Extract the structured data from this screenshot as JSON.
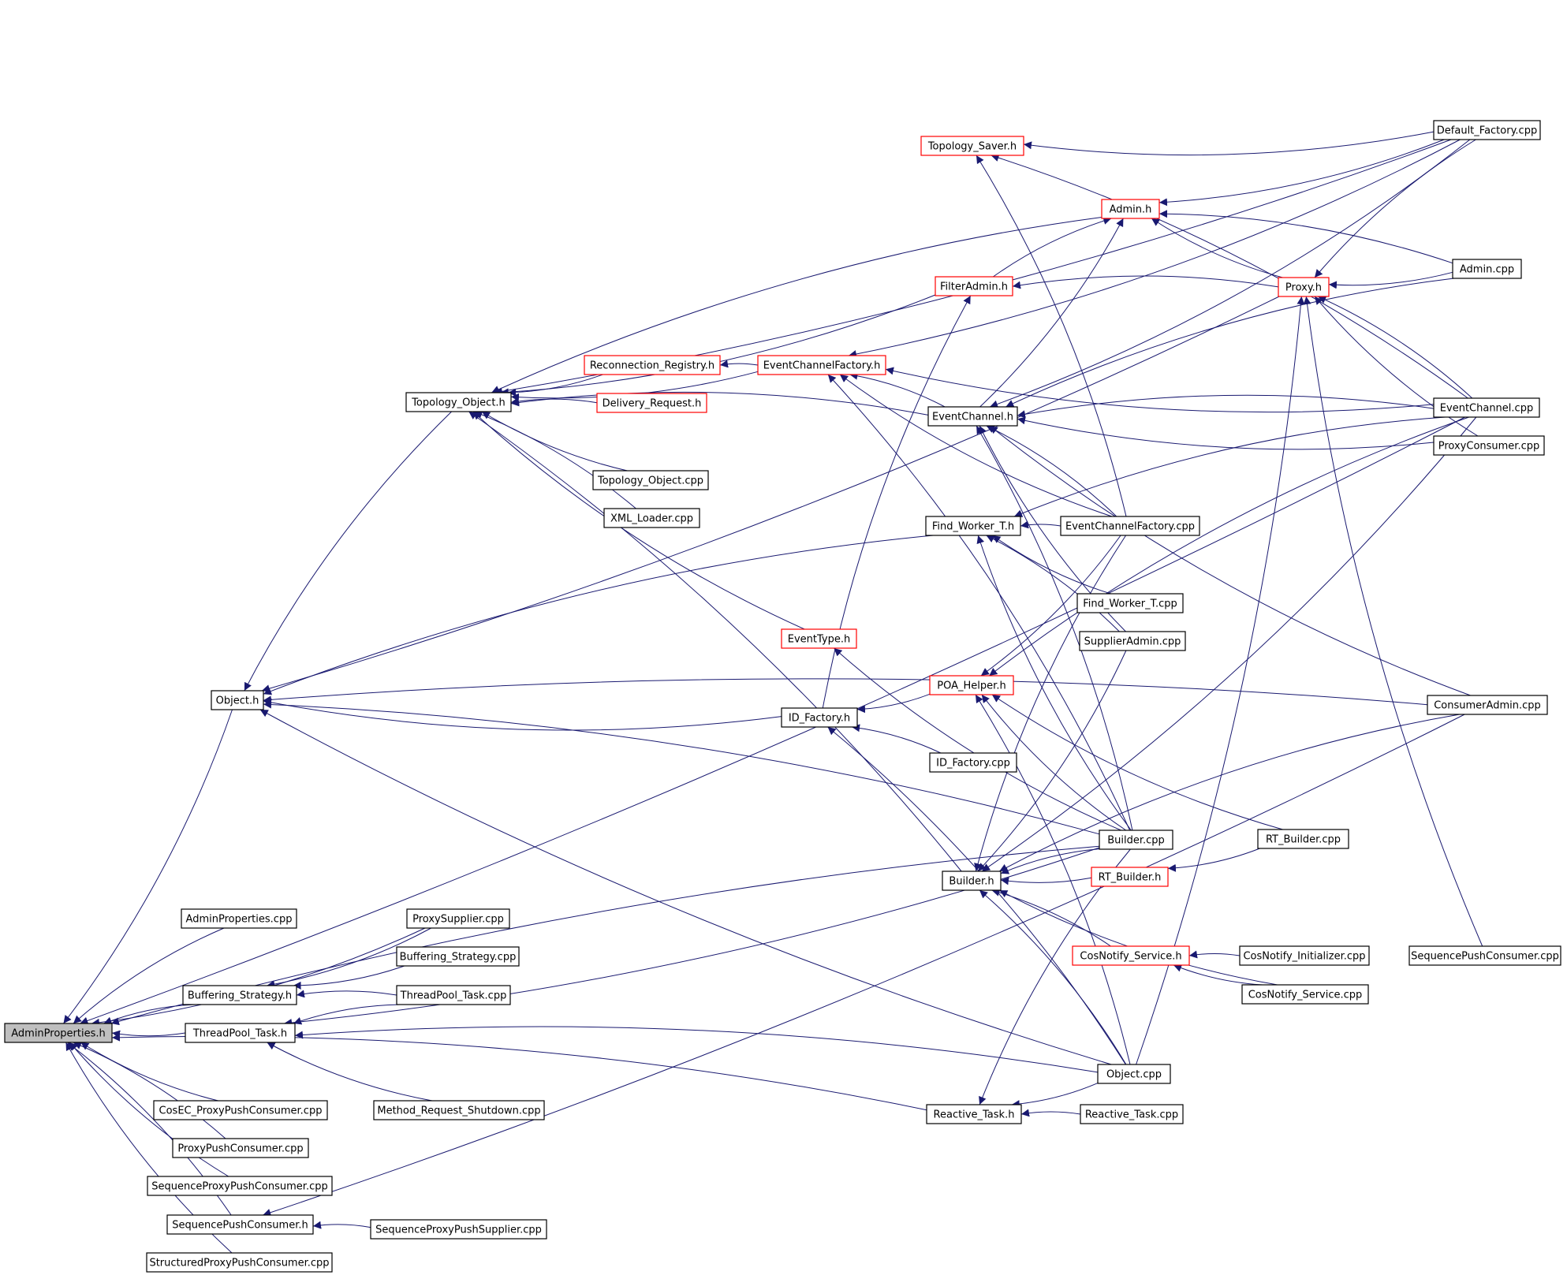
{
  "nodes": [
    {
      "id": "admin_properties_h",
      "label": "AdminProperties.h",
      "kind": "root"
    },
    {
      "id": "object_h",
      "label": "Object.h",
      "kind": "black"
    },
    {
      "id": "topology_object_h",
      "label": "Topology_Object.h",
      "kind": "black"
    },
    {
      "id": "reconnection_registry_h",
      "label": "Reconnection_Registry.h",
      "kind": "red"
    },
    {
      "id": "delivery_request_h",
      "label": "Delivery_Request.h",
      "kind": "red"
    },
    {
      "id": "topology_object_cpp",
      "label": "Topology_Object.cpp",
      "kind": "black"
    },
    {
      "id": "xml_loader_cpp",
      "label": "XML_Loader.cpp",
      "kind": "black"
    },
    {
      "id": "eventchannelfactory_h",
      "label": "EventChannelFactory.h",
      "kind": "red"
    },
    {
      "id": "topology_saver_h",
      "label": "Topology_Saver.h",
      "kind": "red"
    },
    {
      "id": "admin_h",
      "label": "Admin.h",
      "kind": "red"
    },
    {
      "id": "filteradmin_h",
      "label": "FilterAdmin.h",
      "kind": "red"
    },
    {
      "id": "proxy_h",
      "label": "Proxy.h",
      "kind": "red"
    },
    {
      "id": "eventchannel_h",
      "label": "EventChannel.h",
      "kind": "black"
    },
    {
      "id": "find_worker_t_h",
      "label": "Find_Worker_T.h",
      "kind": "black"
    },
    {
      "id": "eventchannelfactory_cpp",
      "label": "EventChannelFactory.cpp",
      "kind": "black"
    },
    {
      "id": "find_worker_t_cpp",
      "label": "Find_Worker_T.cpp",
      "kind": "black"
    },
    {
      "id": "supplieradmin_cpp",
      "label": "SupplierAdmin.cpp",
      "kind": "black"
    },
    {
      "id": "eventtype_h",
      "label": "EventType.h",
      "kind": "red"
    },
    {
      "id": "poa_helper_h",
      "label": "POA_Helper.h",
      "kind": "red"
    },
    {
      "id": "id_factory_h",
      "label": "ID_Factory.h",
      "kind": "black"
    },
    {
      "id": "id_factory_cpp",
      "label": "ID_Factory.cpp",
      "kind": "black"
    },
    {
      "id": "builder_cpp",
      "label": "Builder.cpp",
      "kind": "black"
    },
    {
      "id": "builder_h",
      "label": "Builder.h",
      "kind": "black"
    },
    {
      "id": "rt_builder_h",
      "label": "RT_Builder.h",
      "kind": "red"
    },
    {
      "id": "rt_builder_cpp",
      "label": "RT_Builder.cpp",
      "kind": "black"
    },
    {
      "id": "cosnotify_service_h",
      "label": "CosNotify_Service.h",
      "kind": "red"
    },
    {
      "id": "cosnotify_initializer_cpp",
      "label": "CosNotify_Initializer.cpp",
      "kind": "black"
    },
    {
      "id": "cosnotify_service_cpp",
      "label": "CosNotify_Service.cpp",
      "kind": "black"
    },
    {
      "id": "object_cpp",
      "label": "Object.cpp",
      "kind": "black"
    },
    {
      "id": "reactive_task_h",
      "label": "Reactive_Task.h",
      "kind": "black"
    },
    {
      "id": "reactive_task_cpp",
      "label": "Reactive_Task.cpp",
      "kind": "black"
    },
    {
      "id": "default_factory_cpp",
      "label": "Default_Factory.cpp",
      "kind": "black"
    },
    {
      "id": "admin_cpp",
      "label": "Admin.cpp",
      "kind": "black"
    },
    {
      "id": "eventchannel_cpp",
      "label": "EventChannel.cpp",
      "kind": "black"
    },
    {
      "id": "proxyconsumer_cpp",
      "label": "ProxyConsumer.cpp",
      "kind": "black"
    },
    {
      "id": "consumeradmin_cpp",
      "label": "ConsumerAdmin.cpp",
      "kind": "black"
    },
    {
      "id": "sequencepushconsumer_cpp",
      "label": "SequencePushConsumer.cpp",
      "kind": "black"
    },
    {
      "id": "adminproperties_cpp",
      "label": "AdminProperties.cpp",
      "kind": "black"
    },
    {
      "id": "proxysupplier_cpp",
      "label": "ProxySupplier.cpp",
      "kind": "black"
    },
    {
      "id": "buffering_strategy_cpp",
      "label": "Buffering_Strategy.cpp",
      "kind": "black"
    },
    {
      "id": "buffering_strategy_h",
      "label": "Buffering_Strategy.h",
      "kind": "black"
    },
    {
      "id": "threadpool_task_cpp",
      "label": "ThreadPool_Task.cpp",
      "kind": "black"
    },
    {
      "id": "threadpool_task_h",
      "label": "ThreadPool_Task.h",
      "kind": "black"
    },
    {
      "id": "cosec_proxypushconsumer_cpp",
      "label": "CosEC_ProxyPushConsumer.cpp",
      "kind": "black"
    },
    {
      "id": "method_request_shutdown_cpp",
      "label": "Method_Request_Shutdown.cpp",
      "kind": "black"
    },
    {
      "id": "proxypushconsumer_cpp",
      "label": "ProxyPushConsumer.cpp",
      "kind": "black"
    },
    {
      "id": "sequenceproxypushconsumer_cpp",
      "label": "SequenceProxyPushConsumer.cpp",
      "kind": "black"
    },
    {
      "id": "sequencepushconsumer_h",
      "label": "SequencePushConsumer.h",
      "kind": "black"
    },
    {
      "id": "sequenceproxypushsupplier_cpp",
      "label": "SequenceProxyPushSupplier.cpp",
      "kind": "black"
    },
    {
      "id": "structuredproxypushconsumer_cpp",
      "label": "StructuredProxyPushConsumer.cpp",
      "kind": "black"
    }
  ],
  "edges": [
    [
      "object_h",
      "admin_properties_h"
    ],
    [
      "builder_cpp",
      "admin_properties_h"
    ],
    [
      "eventchannel_cpp",
      "admin_properties_h"
    ],
    [
      "adminproperties_cpp",
      "admin_properties_h"
    ],
    [
      "proxysupplier_cpp",
      "admin_properties_h"
    ],
    [
      "buffering_strategy_h",
      "admin_properties_h"
    ],
    [
      "threadpool_task_h",
      "admin_properties_h"
    ],
    [
      "reactive_task_h",
      "admin_properties_h"
    ],
    [
      "cosec_proxypushconsumer_cpp",
      "admin_properties_h"
    ],
    [
      "proxypushconsumer_cpp",
      "admin_properties_h"
    ],
    [
      "sequenceproxypushconsumer_cpp",
      "admin_properties_h"
    ],
    [
      "sequencepushconsumer_h",
      "admin_properties_h"
    ],
    [
      "structuredproxypushconsumer_cpp",
      "admin_properties_h"
    ],
    [
      "topology_object_h",
      "object_h"
    ],
    [
      "proxy_h",
      "object_h"
    ],
    [
      "find_worker_t_h",
      "object_h"
    ],
    [
      "id_factory_h",
      "object_h"
    ],
    [
      "builder_cpp",
      "object_h"
    ],
    [
      "object_cpp",
      "object_h"
    ],
    [
      "consumeradmin_cpp",
      "object_h"
    ],
    [
      "reconnection_registry_h",
      "topology_object_h"
    ],
    [
      "delivery_request_h",
      "topology_object_h"
    ],
    [
      "topology_object_cpp",
      "topology_object_h"
    ],
    [
      "xml_loader_cpp",
      "topology_object_h"
    ],
    [
      "eventchannelfactory_h",
      "topology_object_h"
    ],
    [
      "admin_h",
      "topology_object_h"
    ],
    [
      "filteradmin_h",
      "topology_object_h"
    ],
    [
      "eventchannel_h",
      "topology_object_h"
    ],
    [
      "eventtype_h",
      "topology_object_h"
    ],
    [
      "builder_h",
      "topology_object_h"
    ],
    [
      "default_factory_cpp",
      "topology_object_h"
    ],
    [
      "eventchannelfactory_h",
      "reconnection_registry_h"
    ],
    [
      "default_factory_cpp",
      "eventchannelfactory_h"
    ],
    [
      "eventchannel_h",
      "eventchannelfactory_h"
    ],
    [
      "eventchannelfactory_cpp",
      "eventchannelfactory_h"
    ],
    [
      "builder_cpp",
      "eventchannelfactory_h"
    ],
    [
      "eventchannel_cpp",
      "eventchannelfactory_h"
    ],
    [
      "eventchannelfactory_cpp",
      "topology_saver_h"
    ],
    [
      "default_factory_cpp",
      "topology_saver_h"
    ],
    [
      "eventchannel_cpp",
      "topology_saver_h"
    ],
    [
      "filteradmin_h",
      "admin_h"
    ],
    [
      "eventchannel_h",
      "admin_h"
    ],
    [
      "default_factory_cpp",
      "admin_h"
    ],
    [
      "admin_cpp",
      "admin_h"
    ],
    [
      "proxy_h",
      "admin_h"
    ],
    [
      "proxy_h",
      "filteradmin_h"
    ],
    [
      "id_factory_h",
      "filteradmin_h"
    ],
    [
      "default_factory_cpp",
      "proxy_h"
    ],
    [
      "admin_cpp",
      "proxy_h"
    ],
    [
      "eventchannel_cpp",
      "proxy_h"
    ],
    [
      "proxyconsumer_cpp",
      "proxy_h"
    ],
    [
      "object_cpp",
      "proxy_h"
    ],
    [
      "sequencepushconsumer_cpp",
      "proxy_h"
    ],
    [
      "eventchannel_cpp",
      "eventchannel_h"
    ],
    [
      "proxyconsumer_cpp",
      "eventchannel_h"
    ],
    [
      "eventchannelfactory_cpp",
      "eventchannel_h"
    ],
    [
      "default_factory_cpp",
      "eventchannel_h"
    ],
    [
      "admin_cpp",
      "eventchannel_h"
    ],
    [
      "consumeradmin_cpp",
      "eventchannel_h"
    ],
    [
      "builder_cpp",
      "eventchannel_h"
    ],
    [
      "supplieradmin_cpp",
      "eventchannel_h"
    ],
    [
      "eventchannelfactory_cpp",
      "find_worker_t_h"
    ],
    [
      "find_worker_t_cpp",
      "find_worker_t_h"
    ],
    [
      "supplieradmin_cpp",
      "find_worker_t_h"
    ],
    [
      "builder_cpp",
      "find_worker_t_h"
    ],
    [
      "eventchannel_cpp",
      "find_worker_t_h"
    ],
    [
      "builder_cpp",
      "eventtype_h"
    ],
    [
      "id_factory_cpp",
      "id_factory_h"
    ],
    [
      "poa_helper_h",
      "id_factory_h"
    ],
    [
      "object_cpp",
      "id_factory_h"
    ],
    [
      "builder_cpp",
      "poa_helper_h"
    ],
    [
      "object_cpp",
      "poa_helper_h"
    ],
    [
      "rt_builder_cpp",
      "poa_helper_h"
    ],
    [
      "eventchannel_cpp",
      "poa_helper_h"
    ],
    [
      "eventchannelfactory_cpp",
      "poa_helper_h"
    ],
    [
      "builder_cpp",
      "builder_h"
    ],
    [
      "rt_builder_h",
      "builder_h"
    ],
    [
      "cosnotify_service_h",
      "builder_h"
    ],
    [
      "cosnotify_service_cpp",
      "builder_h"
    ],
    [
      "object_cpp",
      "builder_h"
    ],
    [
      "eventchannel_cpp",
      "builder_h"
    ],
    [
      "consumeradmin_cpp",
      "builder_h"
    ],
    [
      "supplieradmin_cpp",
      "builder_h"
    ],
    [
      "eventchannelfactory_cpp",
      "builder_h"
    ],
    [
      "rt_builder_cpp",
      "rt_builder_h"
    ],
    [
      "cosnotify_initializer_cpp",
      "cosnotify_service_h"
    ],
    [
      "cosnotify_service_cpp",
      "cosnotify_service_h"
    ],
    [
      "reactive_task_cpp",
      "reactive_task_h"
    ],
    [
      "object_cpp",
      "reactive_task_h"
    ],
    [
      "builder_cpp",
      "reactive_task_h"
    ],
    [
      "buffering_strategy_cpp",
      "buffering_strategy_h"
    ],
    [
      "threadpool_task_cpp",
      "buffering_strategy_h"
    ],
    [
      "proxysupplier_cpp",
      "buffering_strategy_h"
    ],
    [
      "threadpool_task_cpp",
      "threadpool_task_h"
    ],
    [
      "method_request_shutdown_cpp",
      "threadpool_task_h"
    ],
    [
      "object_cpp",
      "threadpool_task_h"
    ],
    [
      "builder_cpp",
      "threadpool_task_h"
    ],
    [
      "sequenceproxypushsupplier_cpp",
      "sequencepushconsumer_h"
    ],
    [
      "consumeradmin_cpp",
      "sequencepushconsumer_h"
    ]
  ]
}
